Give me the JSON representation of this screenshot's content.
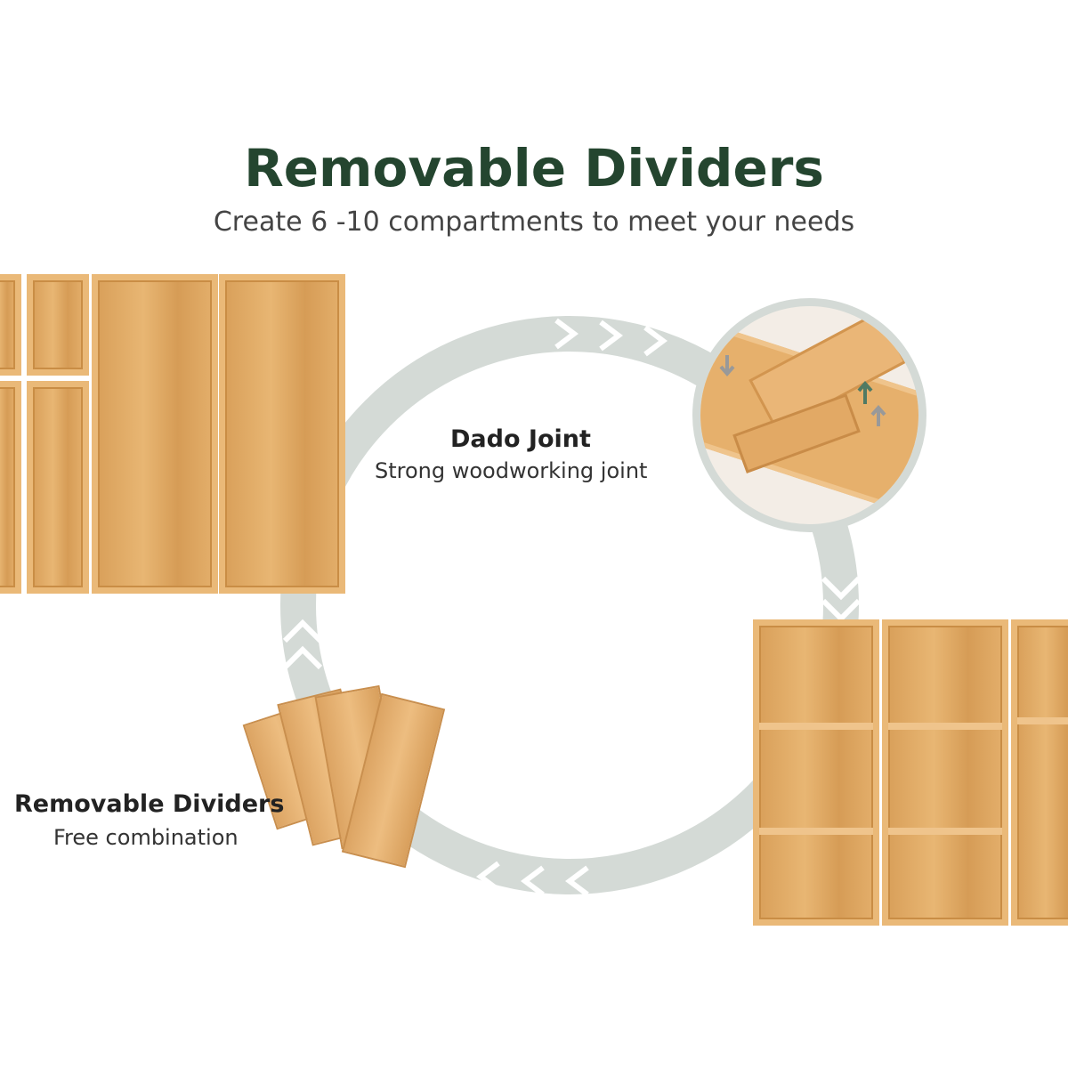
{
  "header": {
    "title": "Removable Dividers",
    "subtitle": "Create 6 -10 compartments to meet your needs"
  },
  "callouts": [
    {
      "title": "Dado Joint",
      "subtitle": "Strong woodworking joint"
    },
    {
      "title": "Removable Dividers",
      "subtitle": "Free combination"
    }
  ],
  "colors": {
    "title": "#24452f",
    "ring": "#d4dad6",
    "wood": "#e0a862"
  }
}
